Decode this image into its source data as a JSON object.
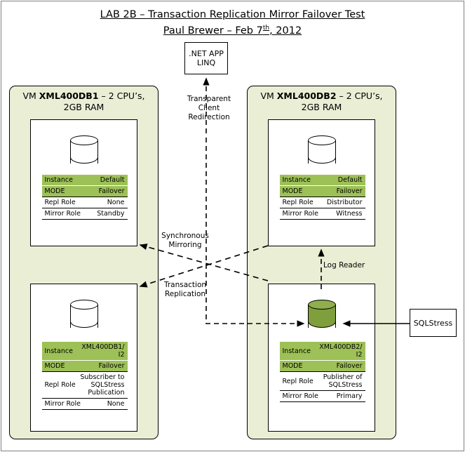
{
  "title": {
    "line1": "LAB 2B – Transaction Replication Mirror Failover Test",
    "line2_pre": "Paul Brewer – Feb 7",
    "line2_sup": "th",
    "line2_post": ", 2012"
  },
  "app_box": {
    "line1": ".NET APP",
    "line2": "LINQ"
  },
  "stress_box": {
    "label": "SQLStress"
  },
  "connectors": {
    "transparent_client_redirection": "Transparent\nClient\nRedirection",
    "transparent_l1": "Transparent",
    "transparent_l2": "Client",
    "transparent_l3": "Redirection",
    "synchronous_mirroring_l1": "Synchronous",
    "synchronous_mirroring_l2": "Mirroring",
    "transaction_replication_l1": "Transaction",
    "transaction_replication_l2": "Replication",
    "log_reader": "Log Reader"
  },
  "vms": [
    {
      "id": "vm-left",
      "title_prefix": "VM ",
      "name": "XML400DB1",
      "title_suffix": " – 2 CPU’s,",
      "title_line2": "2GB RAM",
      "instances": [
        {
          "id": "panel-l1",
          "cylinder": "white",
          "rows": [
            {
              "key": "Instance",
              "value": "Default",
              "style": "green"
            },
            {
              "key": "MODE",
              "value": "Failover",
              "style": "green"
            },
            {
              "key": "Repl Role",
              "value": "None",
              "style": "plain"
            },
            {
              "key": "Mirror Role",
              "value": "Standby",
              "style": "plain"
            }
          ]
        },
        {
          "id": "panel-l2",
          "cylinder": "white",
          "rows": [
            {
              "key": "Instance",
              "value": "XML400DB1/ I2",
              "style": "green"
            },
            {
              "key": "MODE",
              "value": "Failover",
              "style": "green"
            },
            {
              "key": "Repl Role",
              "value": "Subscriber to SQLStress Publication",
              "style": "plain"
            },
            {
              "key": "Mirror Role",
              "value": "None",
              "style": "plain"
            }
          ]
        }
      ]
    },
    {
      "id": "vm-right",
      "title_prefix": "VM ",
      "name": "XML400DB2",
      "title_suffix": " – 2 CPU’s,",
      "title_line2": "2GB RAM",
      "instances": [
        {
          "id": "panel-r1",
          "cylinder": "white",
          "rows": [
            {
              "key": "Instance",
              "value": "Default",
              "style": "green"
            },
            {
              "key": "MODE",
              "value": "Failover",
              "style": "green"
            },
            {
              "key": "Repl Role",
              "value": "Distributor",
              "style": "plain"
            },
            {
              "key": "Mirror Role",
              "value": "Witness",
              "style": "plain"
            }
          ]
        },
        {
          "id": "panel-r2",
          "cylinder": "green",
          "rows": [
            {
              "key": "Instance",
              "value": "XML400DB2/ I2",
              "style": "green"
            },
            {
              "key": "MODE",
              "value": "Failover",
              "style": "green"
            },
            {
              "key": "Repl Role",
              "value": "Publisher of SQLStress",
              "style": "plain"
            },
            {
              "key": "Mirror Role",
              "value": "Primary",
              "style": "plain"
            }
          ]
        }
      ]
    }
  ],
  "colors": {
    "vm_background": "#e9eed5",
    "row_green": "#9dc057",
    "cylinder_green": "#7f9e3c",
    "line": "#000000",
    "page_border": "#808080"
  }
}
